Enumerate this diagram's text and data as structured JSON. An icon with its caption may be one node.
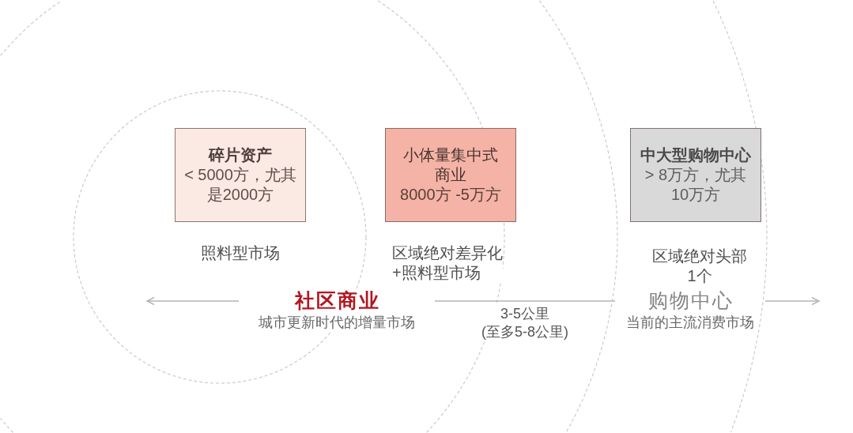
{
  "diagram": {
    "nodes": [
      {
        "text": [
          "碎片资产",
          "< 5000方，尤其是2000方"
        ],
        "beside": [
          "照料型市场"
        ]
      },
      {
        "text": [
          "小体量集中式商业",
          "8000方 -5万方"
        ],
        "beside": [
          "区域绝对差异化+照料型市场"
        ]
      },
      {
        "text": [
          "中大型购物中心",
          "> 8万方，尤其10万方"
        ],
        "beside": [
          "区域绝对头部1个"
        ]
      },
      {
        "text": [
          "社区商业",
          "城市更新时代的增量市场"
        ]
      },
      {
        "text": [
          "购物中心",
          "当前的主流消费市场"
        ]
      }
    ],
    "edges": [
      {
        "from": 3,
        "to": null,
        "arrow": "to"
      },
      {
        "from": 3,
        "to": 4,
        "arrow": "none",
        "label": "3-5公里(至多5-8公里)"
      },
      {
        "from": 4,
        "to": null,
        "arrow": "to"
      }
    ]
  }
}
